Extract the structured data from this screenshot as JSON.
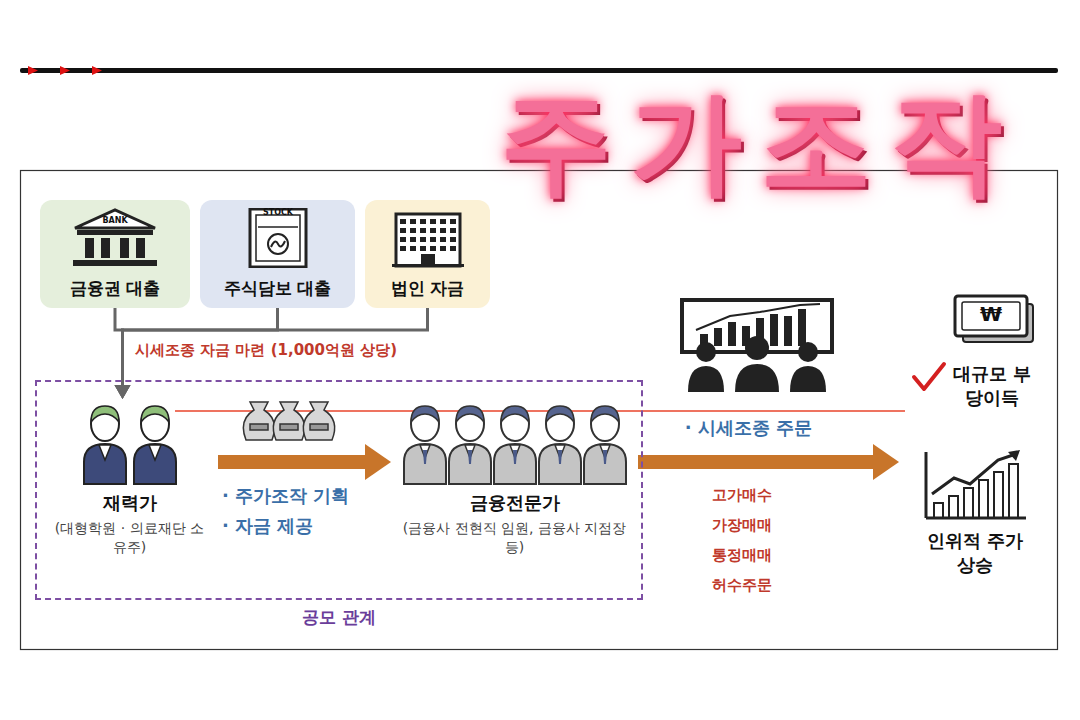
{
  "diagram": {
    "title": "주가조작",
    "nodes": [
      {
        "text": [
          "금융권 대출"
        ]
      },
      {
        "text": [
          "주식담보 대출"
        ]
      },
      {
        "text": [
          "법인 자금"
        ]
      },
      {
        "text": [
          "공모 관계"
        ]
      },
      {
        "text": [
          "재력가",
          "(대형학원 · 의료재단 소유주)"
        ],
        "in": 3
      },
      {
        "text": [
          "금융전문가",
          "(금융사 전현직 임원, 금융사 지점장 등)"
        ],
        "in": 3
      },
      {
        "text": [
          "인위적 주가 상승"
        ]
      }
    ],
    "edges": [
      {
        "from": 0,
        "to": 4,
        "arrow": "to"
      },
      {
        "from": 1,
        "to": 4,
        "arrow": "to"
      },
      {
        "from": 2,
        "to": 4,
        "arrow": "to"
      },
      {
        "from": 4,
        "to": 5,
        "arrow": "to"
      },
      {
        "from": 5,
        "to": 6,
        "label": "· 시세조종 주문",
        "arrow": "to"
      }
    ],
    "labels": [
      "시세조종 자금 마련 (1,000억원 상당)",
      "· 주가조작 기획",
      "· 자금 제공",
      "고가매수",
      "가장매매",
      "통정매매",
      "허수주문",
      "대규모 부당이득",
      "BANK",
      "STOCK",
      "₩"
    ]
  }
}
